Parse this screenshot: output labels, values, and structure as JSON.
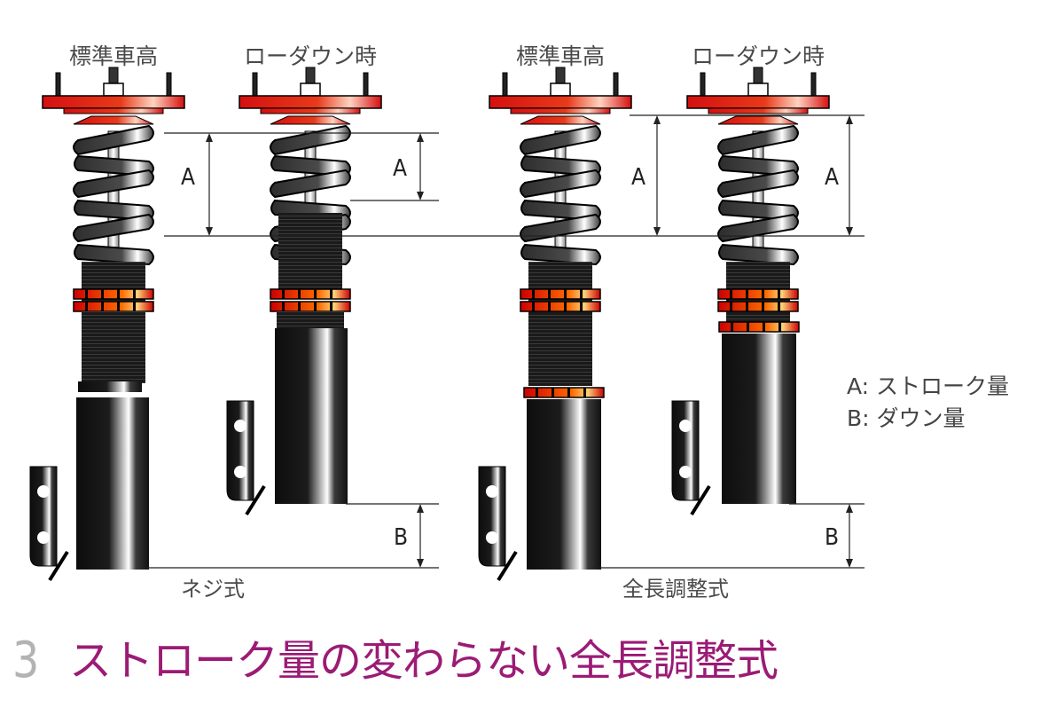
{
  "diagram": {
    "columns": [
      {
        "label": "標準車高",
        "type": "screw"
      },
      {
        "label": "ローダウン時",
        "type": "screw"
      },
      {
        "label": "標準車高",
        "type": "full_length"
      },
      {
        "label": "ローダウン時",
        "type": "full_length"
      }
    ],
    "group_labels": {
      "screw": "ネジ式",
      "full_length": "全長調整式"
    },
    "dimension_labels": {
      "a": "A",
      "b": "B"
    },
    "legend": [
      {
        "key": "A:",
        "text": "ストローク量"
      },
      {
        "key": "B:",
        "text": "ダウン量"
      }
    ],
    "colors": {
      "accent_red": "#e21b1b",
      "body_black": "#1a1a1a",
      "title_purple": "#9b1b75",
      "number_gray": "#b3b3b3"
    }
  },
  "title": {
    "number": "3",
    "text": "ストローク量の変わらない全長調整式"
  }
}
